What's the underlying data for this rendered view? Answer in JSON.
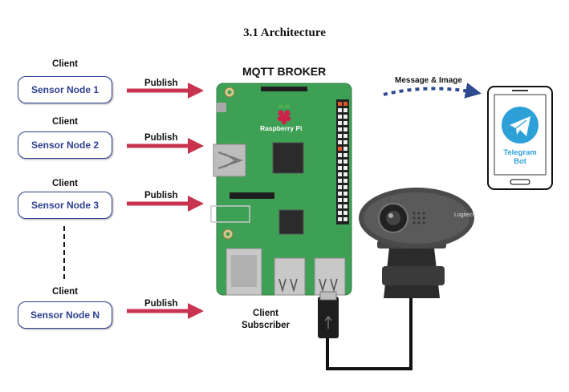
{
  "title": "3.1 Architecture",
  "broker_label": "MQTT BROKER",
  "pi_brand": "Raspberry Pi",
  "nodes": [
    {
      "client": "Client",
      "label": "Sensor Node 1",
      "publish": "Publish"
    },
    {
      "client": "Client",
      "label": "Sensor Node 2",
      "publish": "Publish"
    },
    {
      "client": "Client",
      "label": "Sensor Node 3",
      "publish": "Publish"
    },
    {
      "client": "Client",
      "label": "Sensor Node N",
      "publish": "Publish"
    }
  ],
  "subscriber": {
    "line1": "Client",
    "line2": "Subscriber"
  },
  "message_label": "Message & Image",
  "telegram": {
    "line1": "Telegram",
    "line2": "Bot"
  },
  "webcam_brand": "Logitech",
  "colors": {
    "arrow": "#c8344f",
    "node_border": "#2e3f8f",
    "board": "#3ea055",
    "telegram": "#2ea0d8",
    "dashed": "#2e4a8f"
  }
}
